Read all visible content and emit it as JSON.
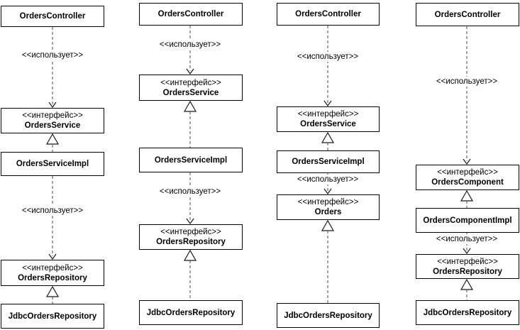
{
  "diagram": {
    "interface_stereotype": "<<интерфейс>>",
    "dependency_label": "<<использует>>",
    "columns": [
      {
        "boxes": [
          {
            "name": "OrdersController",
            "type": "class"
          },
          {
            "name": "OrdersService",
            "type": "interface"
          },
          {
            "name": "OrdersServiceImpl",
            "type": "class"
          },
          {
            "name": "OrdersRepository",
            "type": "interface"
          },
          {
            "name": "JdbcOrdersRepository",
            "type": "class"
          }
        ],
        "relations": [
          {
            "from": "OrdersController",
            "to": "OrdersService",
            "type": "dependency",
            "label": "<<использует>>"
          },
          {
            "from": "OrdersServiceImpl",
            "to": "OrdersService",
            "type": "realization"
          },
          {
            "from": "OrdersServiceImpl",
            "to": "OrdersRepository",
            "type": "dependency",
            "label": "<<использует>>"
          },
          {
            "from": "JdbcOrdersRepository",
            "to": "OrdersRepository",
            "type": "realization"
          }
        ]
      },
      {
        "boxes": [
          {
            "name": "OrdersController",
            "type": "class"
          },
          {
            "name": "OrdersService",
            "type": "interface"
          },
          {
            "name": "OrdersServiceImpl",
            "type": "class"
          },
          {
            "name": "OrdersRepository",
            "type": "interface"
          },
          {
            "name": "JdbcOrdersRepository",
            "type": "class"
          }
        ],
        "relations": [
          {
            "from": "OrdersController",
            "to": "OrdersService",
            "type": "dependency",
            "label": "<<использует>>"
          },
          {
            "from": "OrdersServiceImpl",
            "to": "OrdersService",
            "type": "realization"
          },
          {
            "from": "OrdersServiceImpl",
            "to": "OrdersRepository",
            "type": "dependency",
            "label": "<<использует>>"
          },
          {
            "from": "JdbcOrdersRepository",
            "to": "OrdersRepository",
            "type": "realization"
          }
        ]
      },
      {
        "boxes": [
          {
            "name": "OrdersController",
            "type": "class"
          },
          {
            "name": "OrdersService",
            "type": "interface"
          },
          {
            "name": "OrdersServiceImpl",
            "type": "class"
          },
          {
            "name": "Orders",
            "type": "interface"
          },
          {
            "name": "JdbcOrdersRepository",
            "type": "class"
          }
        ],
        "relations": [
          {
            "from": "OrdersController",
            "to": "OrdersService",
            "type": "dependency",
            "label": "<<использует>>"
          },
          {
            "from": "OrdersServiceImpl",
            "to": "OrdersService",
            "type": "realization"
          },
          {
            "from": "OrdersServiceImpl",
            "to": "Orders",
            "type": "dependency",
            "label": "<<использует>>"
          },
          {
            "from": "JdbcOrdersRepository",
            "to": "Orders",
            "type": "realization"
          }
        ]
      },
      {
        "boxes": [
          {
            "name": "OrdersController",
            "type": "class"
          },
          {
            "name": "OrdersComponent",
            "type": "interface"
          },
          {
            "name": "OrdersComponentImpl",
            "type": "class"
          },
          {
            "name": "OrdersRepository",
            "type": "interface"
          },
          {
            "name": "JdbcOrdersRepository",
            "type": "class"
          }
        ],
        "relations": [
          {
            "from": "OrdersController",
            "to": "OrdersComponent",
            "type": "dependency",
            "label": "<<использует>>"
          },
          {
            "from": "OrdersComponentImpl",
            "to": "OrdersComponent",
            "type": "realization"
          },
          {
            "from": "OrdersComponentImpl",
            "to": "OrdersRepository",
            "type": "dependency",
            "label": "<<использует>>"
          },
          {
            "from": "JdbcOrdersRepository",
            "to": "OrdersRepository",
            "type": "realization"
          }
        ]
      }
    ]
  },
  "colors": {
    "background": "#ffffff",
    "box_border": "#000000",
    "connector_line": "#4d4d4d",
    "text": "#000000"
  }
}
